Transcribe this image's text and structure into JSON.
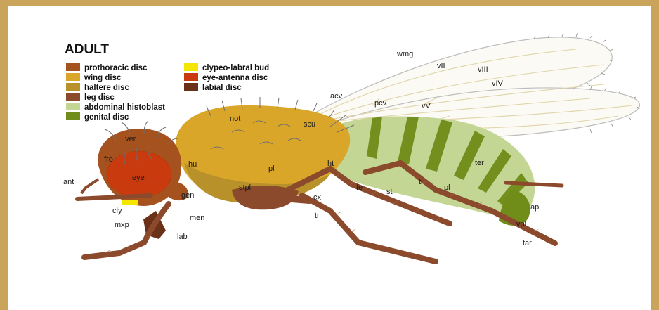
{
  "title": "ADULT",
  "legend": [
    {
      "label": "prothoracic disc",
      "color": "#a5521f"
    },
    {
      "label": "wing disc",
      "color": "#d9a62a"
    },
    {
      "label": "haltere disc",
      "color": "#b8912b"
    },
    {
      "label": "leg disc",
      "color": "#8b4a2b"
    },
    {
      "label": "abdominal histoblast",
      "color": "#c3d694"
    },
    {
      "label": "genital disc",
      "color": "#6f8d18"
    },
    {
      "label": "clypeo-labral bud",
      "color": "#f5e600"
    },
    {
      "label": "eye-antenna disc",
      "color": "#c93b0f"
    },
    {
      "label": "labial disc",
      "color": "#6a3018"
    }
  ],
  "labels": {
    "wmg": "wmg",
    "vII": "vII",
    "vIII": "vIII",
    "vIV": "vIV",
    "acv": "acv",
    "pcv": "pcv",
    "vV": "vV",
    "not": "not",
    "scu": "scu",
    "ver": "ver",
    "fro": "fro",
    "hu": "hu",
    "pl_thorax": "pl",
    "ht": "ht",
    "ter": "ter",
    "eye": "eye",
    "ant": "ant",
    "gen": "gen",
    "stpl": "stpl",
    "fe": "fe",
    "ti": "ti",
    "pl_abdomen": "pl",
    "st": "st",
    "cx": "cx",
    "cly": "cly",
    "mxp": "mxp",
    "men": "men",
    "tr": "tr",
    "lab": "lab",
    "apl": "apl",
    "vpl": "vpl",
    "tar": "tar"
  },
  "colors": {
    "frame": "#c9a45a",
    "thorax": "#d9a62a",
    "abdomen": "#c3d694",
    "abdomen_bands": "#6f8d18",
    "head": "#a5521f",
    "eye": "#c93b0f",
    "legs": "#8b4a2b",
    "labial": "#6a3018",
    "clypeus": "#f5e600",
    "wing_veins": "#e0d4a8"
  }
}
